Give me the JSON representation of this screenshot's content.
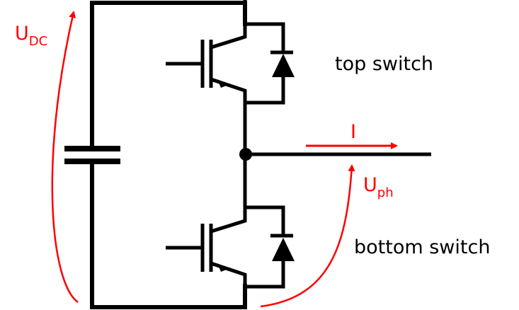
{
  "diagram": {
    "title": "Half-bridge phase leg",
    "colors": {
      "circuit": "#000000",
      "annotation": "#ff0000"
    },
    "labels": {
      "udc_main": "U",
      "udc_sub": "DC",
      "uph_main": "U",
      "uph_sub": "ph",
      "current": "I",
      "top_switch": "top switch",
      "bottom_switch": "bottom switch"
    },
    "components": [
      {
        "name": "DC-link capacitor",
        "type": "capacitor"
      },
      {
        "name": "top switch",
        "type": "IGBT with antiparallel diode"
      },
      {
        "name": "bottom switch",
        "type": "IGBT with antiparallel diode"
      },
      {
        "name": "phase output node",
        "type": "junction"
      }
    ]
  }
}
